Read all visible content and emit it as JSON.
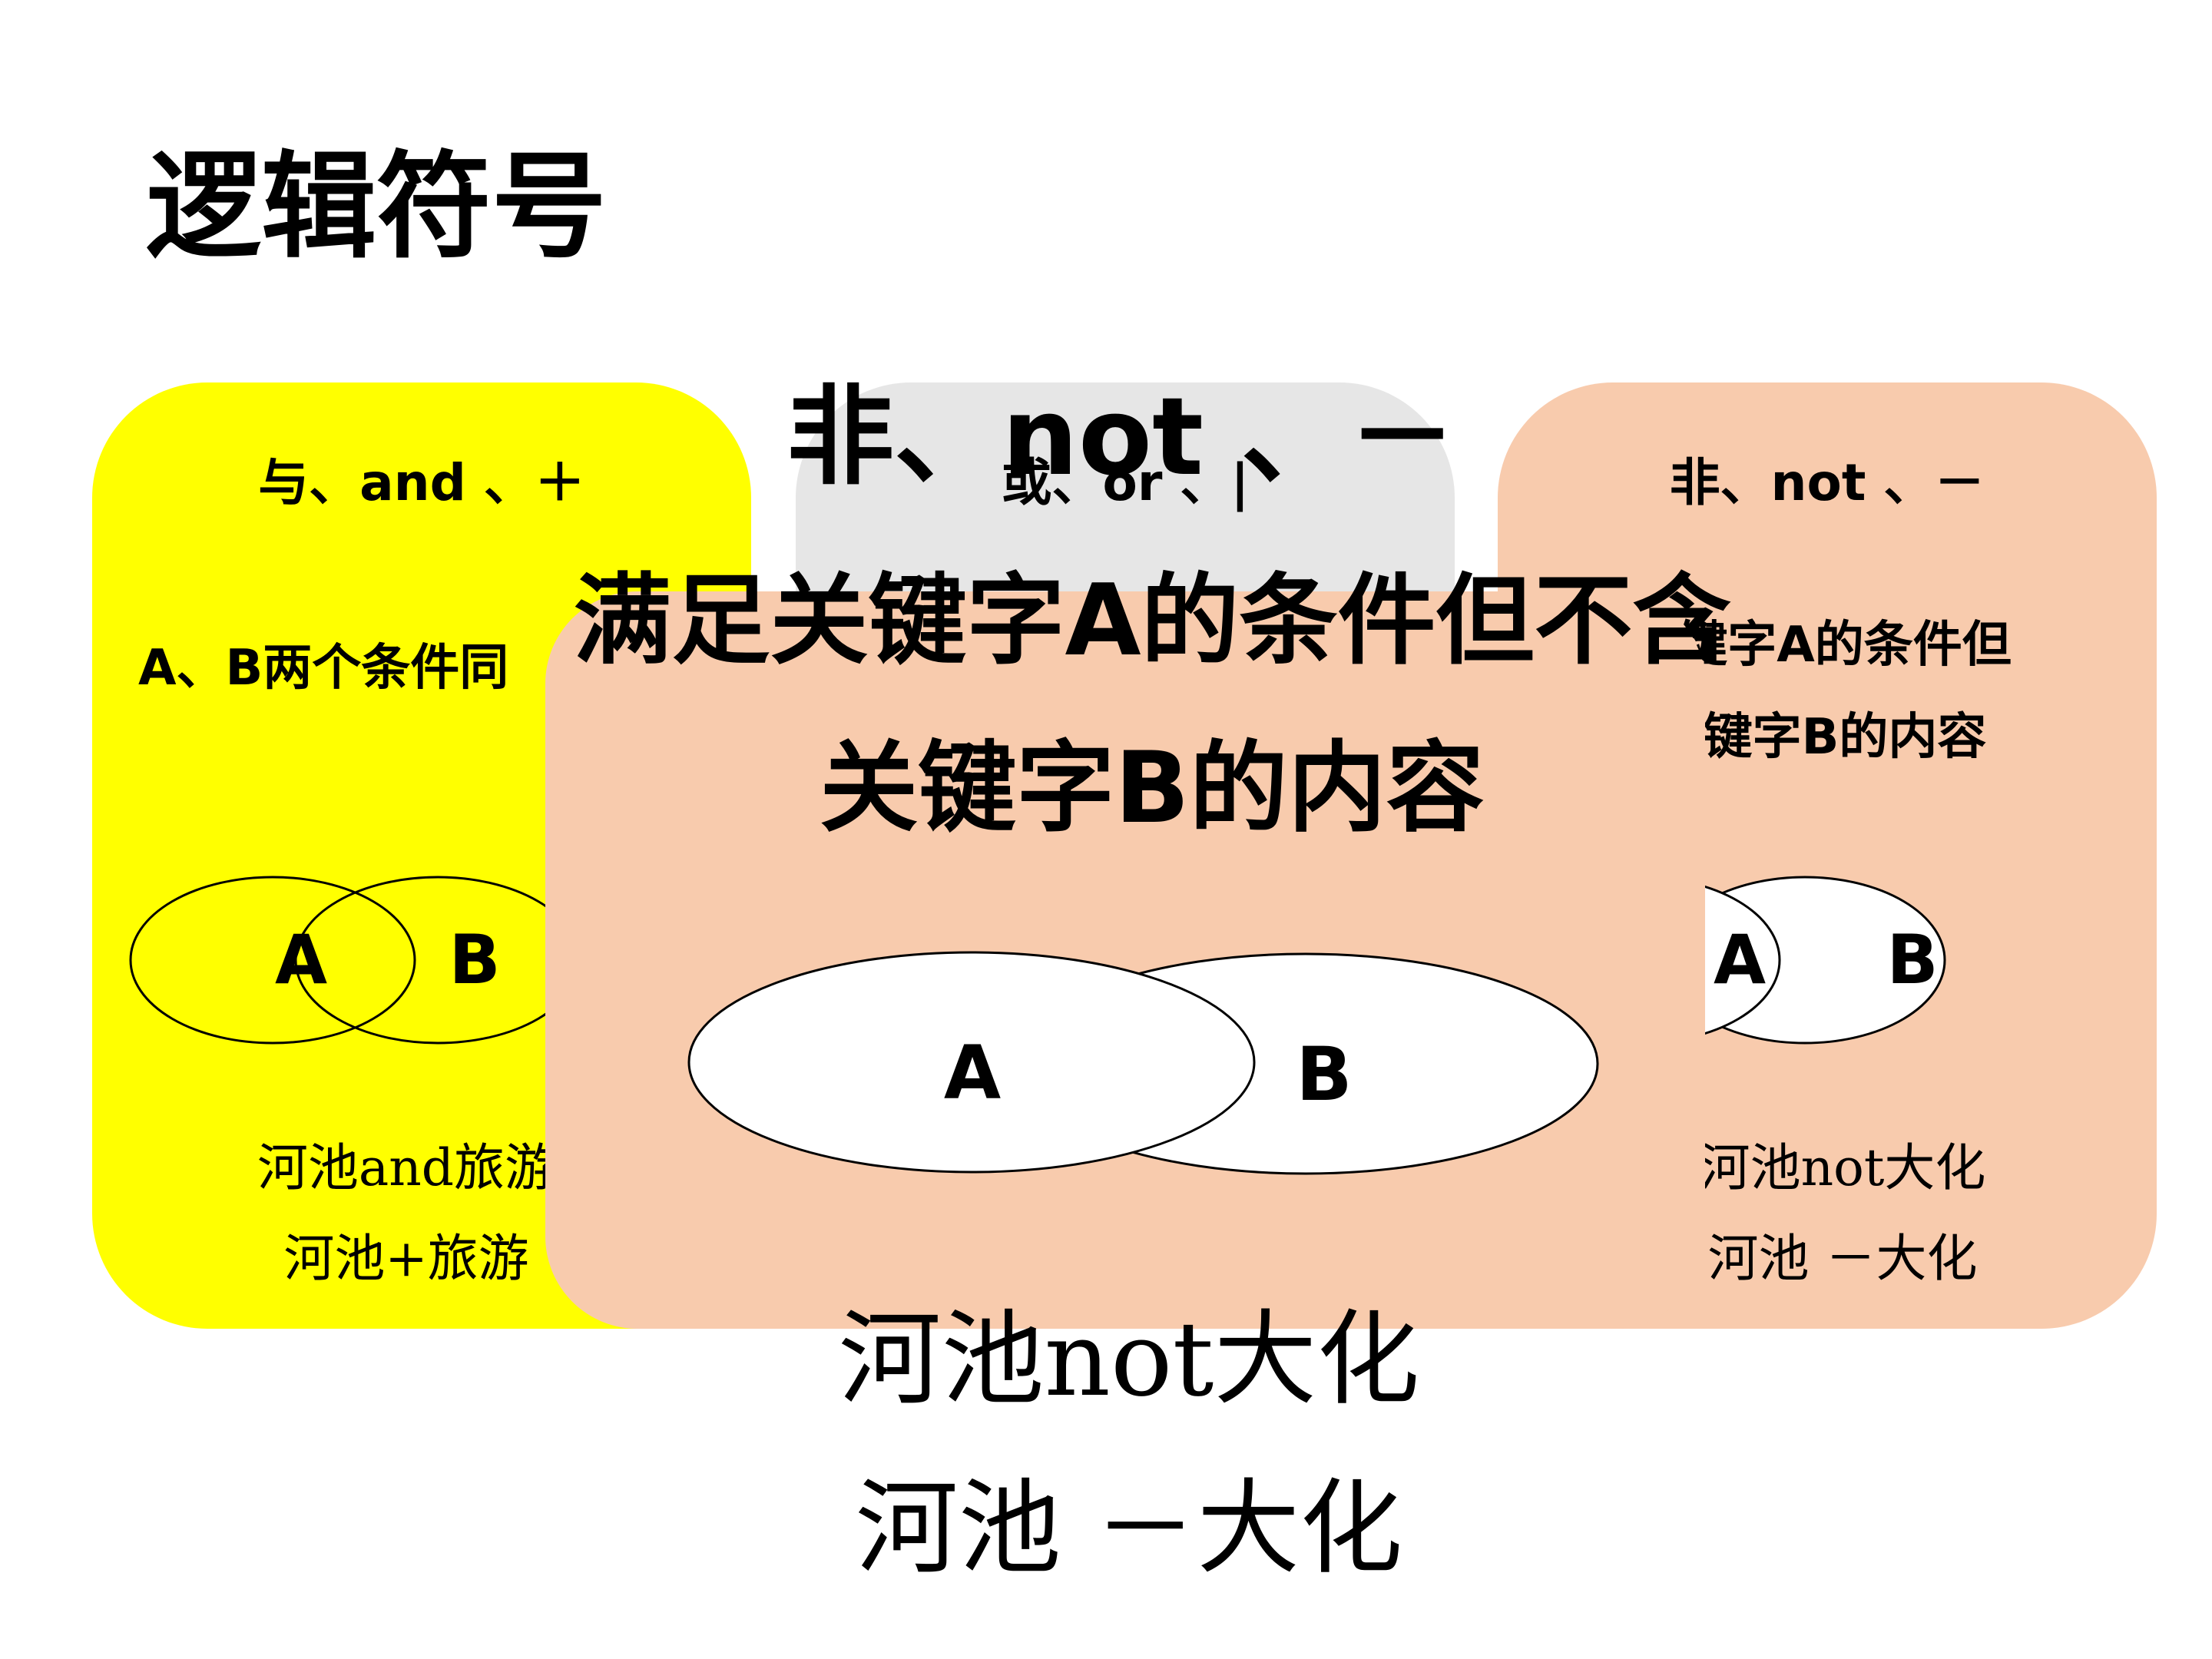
{
  "slide": {
    "title": "逻辑符号",
    "cards": [
      {
        "heading": "与、and 、＋",
        "description_lines": [
          "A、B两个条件同"
        ],
        "venn": {
          "left_label": "A",
          "right_label": "B"
        },
        "example_lines": [
          "河池and旅游",
          "河池+旅游"
        ],
        "color": "#ffff00"
      },
      {
        "heading": "或、or 、|",
        "description_lines": [],
        "venn": null,
        "example_lines": [],
        "color": "#e6e6e6"
      },
      {
        "heading": "非、not 、－",
        "description_lines": [
          "关键字A的条件但",
          "关键字B的内容"
        ],
        "venn": {
          "left_label": "A",
          "right_label": "B"
        },
        "example_lines": [
          "河池not大化",
          "河池 －大化"
        ],
        "color": "#f8cbad"
      }
    ],
    "zoom": {
      "heading": "非、not 、－",
      "description_lines": [
        "满足关键字A的条件但不含",
        "关键字B的内容"
      ],
      "venn": {
        "left_label": "A",
        "right_label": "B"
      },
      "example_lines": [
        "河池not大化",
        "河池 －大化"
      ],
      "color": "#f8cbad"
    }
  }
}
